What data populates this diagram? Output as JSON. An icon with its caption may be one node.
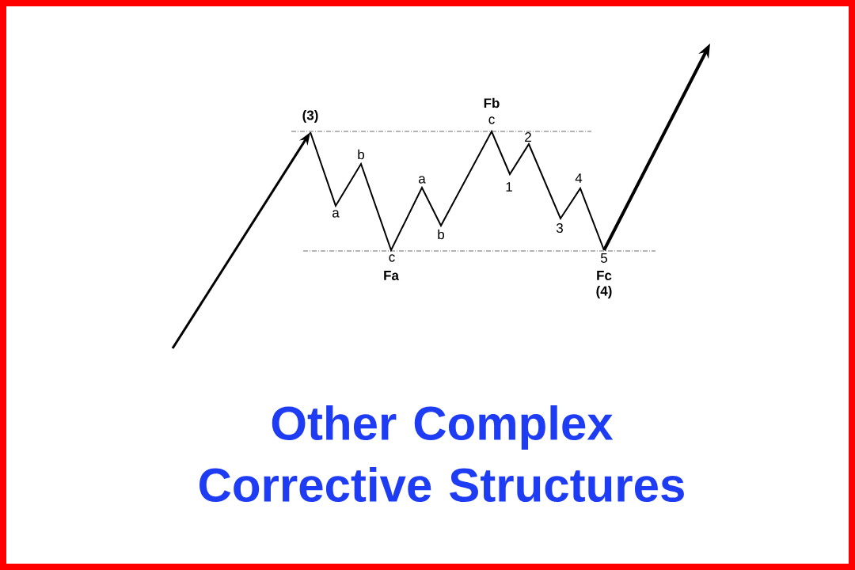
{
  "diagram": {
    "title": "Other Complex Corrective Structures",
    "labels": [
      "(3)",
      "Fb",
      "c",
      "2",
      "b",
      "a",
      "1",
      "4",
      "a",
      "3",
      "b",
      "c",
      "5",
      "Fa",
      "Fc",
      "(4)"
    ]
  }
}
